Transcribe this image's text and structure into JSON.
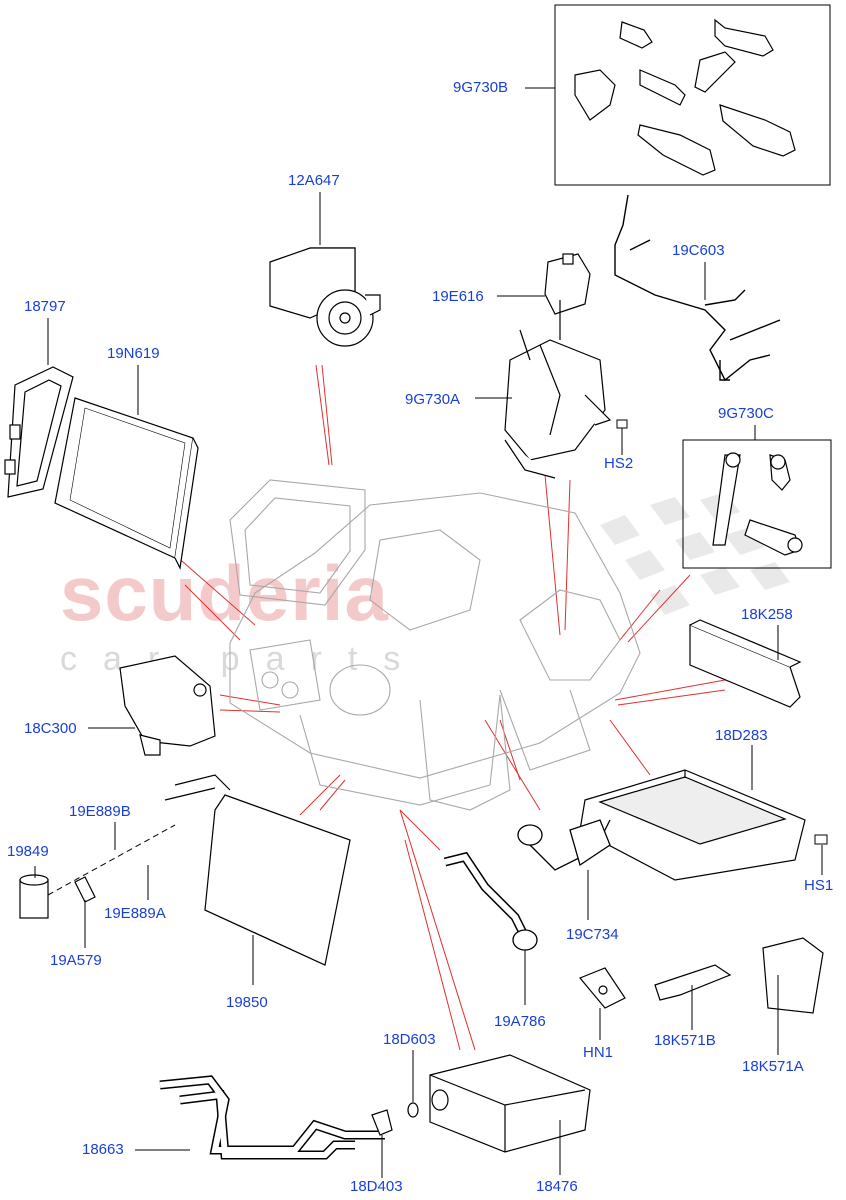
{
  "watermark": {
    "brand": "scuderia",
    "sub": "car parts"
  },
  "labels": {
    "p9G730B": "9G730B",
    "p12A647": "12A647",
    "p19C603": "19C603",
    "p19E616": "19E616",
    "p18797": "18797",
    "p19N619": "19N619",
    "p9G730A": "9G730A",
    "pHS2": "HS2",
    "p9G730C": "9G730C",
    "p18K258": "18K258",
    "p18C300": "18C300",
    "p18D283": "18D283",
    "p19E889B": "19E889B",
    "p19849": "19849",
    "p19E889A": "19E889A",
    "p19A579": "19A579",
    "pHS1": "HS1",
    "p19C734": "19C734",
    "p19850": "19850",
    "p19A786": "19A786",
    "pHN1": "HN1",
    "p18K571B": "18K571B",
    "p18K571A": "18K571A",
    "p18D603": "18D603",
    "p18663": "18663",
    "p18D403": "18D403",
    "p18476": "18476"
  }
}
